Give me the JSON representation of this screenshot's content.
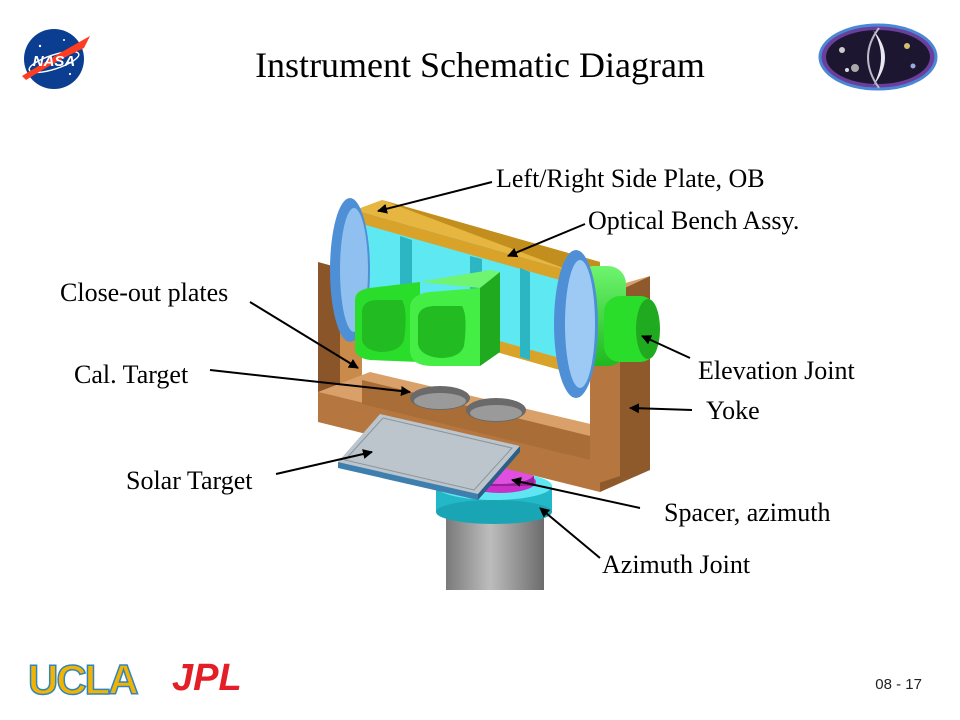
{
  "slide": {
    "title": "Instrument Schematic Diagram",
    "number": "08 - 17"
  },
  "logos": {
    "nasa": "NASA",
    "ucla": "UCLA",
    "jpl": "JPL",
    "mission_emblem_icon": "mission-emblem-icon"
  },
  "callouts": {
    "side_plate": "Left/Right Side Plate, OB",
    "optical_bench": "Optical Bench Assy.",
    "close_out": "Close-out plates",
    "cal_target": "Cal. Target",
    "elevation_joint": "Elevation Joint",
    "yoke": "Yoke",
    "solar_target": "Solar Target",
    "spacer": "Spacer, azimuth",
    "azimuth_joint": "Azimuth Joint"
  },
  "colors": {
    "optical_bench": "#d9a32a",
    "bench_interior": "#5ee8f2",
    "yoke": "#b5773f",
    "elevation_joint": "#2bdd2b",
    "side_plate": "#4f8fd6",
    "azimuth_joint": "#34d4e4",
    "spacer": "#c830c8",
    "solar_target": "#bcc5cc",
    "post": "#9a9a9a",
    "nasa_blue": "#0b3d91",
    "nasa_red": "#fc3d21",
    "ucla_blue": "#3284bf",
    "ucla_gold": "#f2b400",
    "jpl_red": "#e41e26"
  }
}
